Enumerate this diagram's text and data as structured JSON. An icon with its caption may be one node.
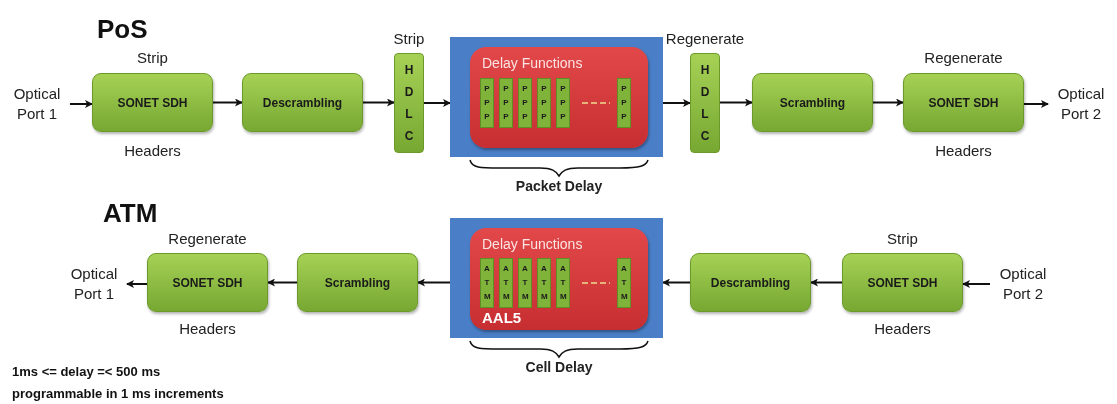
{
  "diagram": {
    "nodes": [
      {
        "text": [
          "Optical Port 1"
        ]
      },
      {
        "text": [
          "SONET SDH"
        ],
        "beside": [
          "Strip",
          "Headers"
        ]
      },
      {
        "text": [
          "Descrambling"
        ]
      },
      {
        "text": [
          "H D L C"
        ],
        "beside": [
          "Strip"
        ]
      },
      {
        "text": [],
        "shape": "box",
        "beside": [
          "Packet Delay"
        ]
      },
      {
        "text": [
          "Delay Functions"
        ],
        "in": 4
      },
      {
        "text": [
          "P P P"
        ],
        "in": 5
      },
      {
        "text": [
          "P P P"
        ],
        "in": 5
      },
      {
        "text": [
          "P P P"
        ],
        "in": 5
      },
      {
        "text": [
          "P P P"
        ],
        "in": 5
      },
      {
        "text": [
          "P P P"
        ],
        "in": 5
      },
      {
        "text": [
          "P P P"
        ],
        "in": 5
      },
      {
        "text": [
          "H D L C"
        ],
        "beside": [
          "Regenerate"
        ]
      },
      {
        "text": [
          "Scrambling"
        ]
      },
      {
        "text": [
          "SONET SDH"
        ],
        "beside": [
          "Regenerate",
          "Headers"
        ]
      },
      {
        "text": [
          "Optical Port 2"
        ]
      },
      {
        "text": [
          "Optical Port 1"
        ]
      },
      {
        "text": [
          "SONET SDH"
        ],
        "beside": [
          "Regenerate",
          "Headers"
        ]
      },
      {
        "text": [
          "Scrambling"
        ]
      },
      {
        "text": [],
        "shape": "box",
        "beside": [
          "Cell Delay"
        ]
      },
      {
        "text": [
          "Delay Functions",
          "AAL5"
        ],
        "in": 19
      },
      {
        "text": [
          "A T M"
        ],
        "in": 20
      },
      {
        "text": [
          "A T M"
        ],
        "in": 20
      },
      {
        "text": [
          "A T M"
        ],
        "in": 20
      },
      {
        "text": [
          "A T M"
        ],
        "in": 20
      },
      {
        "text": [
          "A T M"
        ],
        "in": 20
      },
      {
        "text": [
          "A T M"
        ],
        "in": 20
      },
      {
        "text": [
          "Descrambling"
        ]
      },
      {
        "text": [
          "SONET SDH"
        ],
        "beside": [
          "Strip",
          "Headers"
        ]
      },
      {
        "text": [
          "Optical Port 2"
        ]
      }
    ],
    "edges": [
      {
        "from": 0,
        "to": 1,
        "arrow": "to"
      },
      {
        "from": 1,
        "to": 2,
        "arrow": "to"
      },
      {
        "from": 2,
        "to": 3,
        "arrow": "to"
      },
      {
        "from": 3,
        "to": 4,
        "arrow": "to"
      },
      {
        "from": 4,
        "to": 12,
        "arrow": "to"
      },
      {
        "from": 12,
        "to": 13,
        "arrow": "to"
      },
      {
        "from": 13,
        "to": 14,
        "arrow": "to"
      },
      {
        "from": 14,
        "to": 15,
        "arrow": "to"
      },
      {
        "from": 29,
        "to": 28,
        "arrow": "to"
      },
      {
        "from": 28,
        "to": 27,
        "arrow": "to"
      },
      {
        "from": 27,
        "to": 19,
        "arrow": "to"
      },
      {
        "from": 19,
        "to": 18,
        "arrow": "to"
      },
      {
        "from": 18,
        "to": 17,
        "arrow": "to"
      },
      {
        "from": 17,
        "to": 16,
        "arrow": "to"
      }
    ],
    "labels": [
      "PoS",
      "ATM",
      "1ms <= delay =< 500 ms",
      "programmable in 1 ms increments"
    ]
  }
}
